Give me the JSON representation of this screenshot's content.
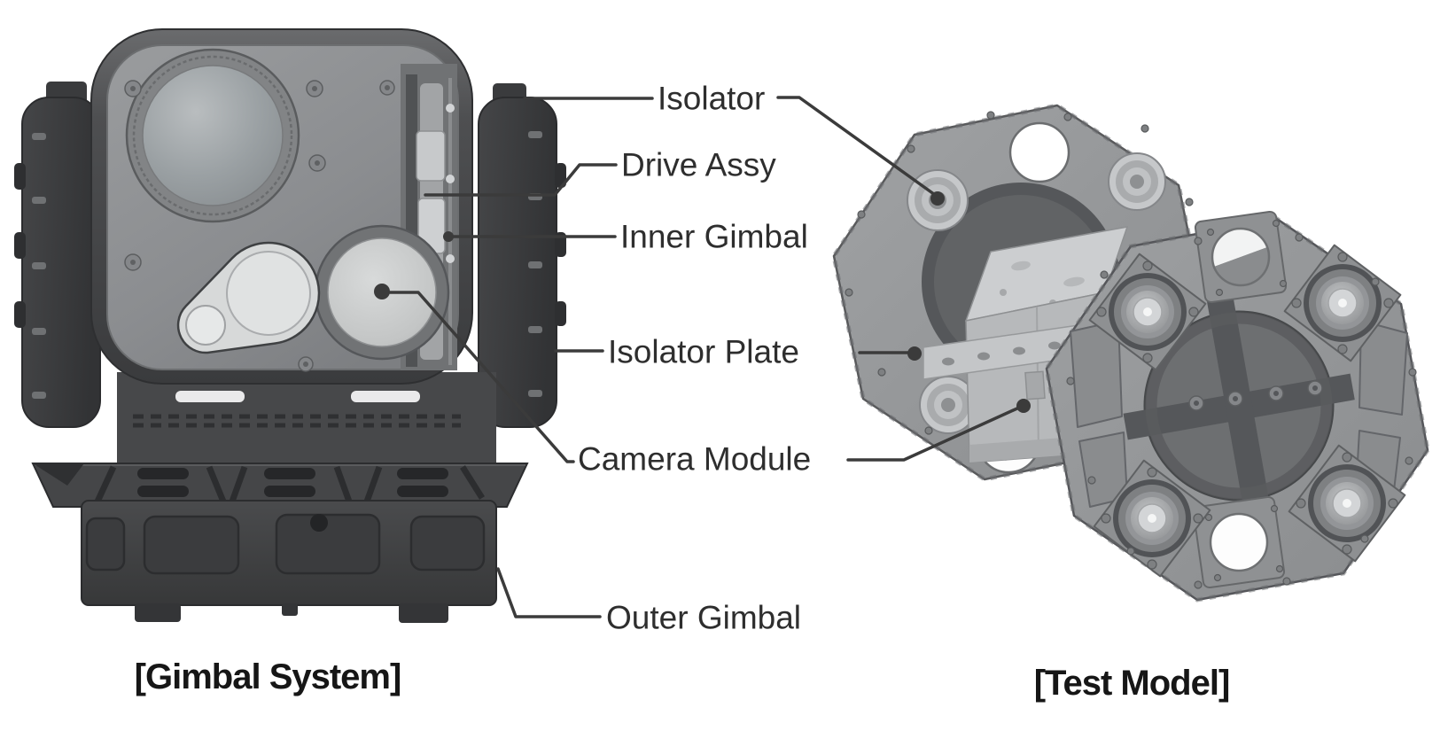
{
  "diagram": {
    "captions": {
      "left": "[Gimbal System]",
      "right": "[Test Model]"
    },
    "labels": {
      "isolator": "Isolator",
      "drive_assy": "Drive Assy",
      "inner_gimbal": "Inner Gimbal",
      "isolator_plate": "Isolator Plate",
      "camera_module": "Camera Module",
      "outer_gimbal": "Outer Gimbal"
    },
    "colors": {
      "background": "#ffffff",
      "label_text": "#2e2e2e",
      "caption_text": "#161616",
      "leader_line": "#3b3b3b",
      "dark_body": "#3d3e40",
      "light_panel": "#97999b"
    }
  }
}
